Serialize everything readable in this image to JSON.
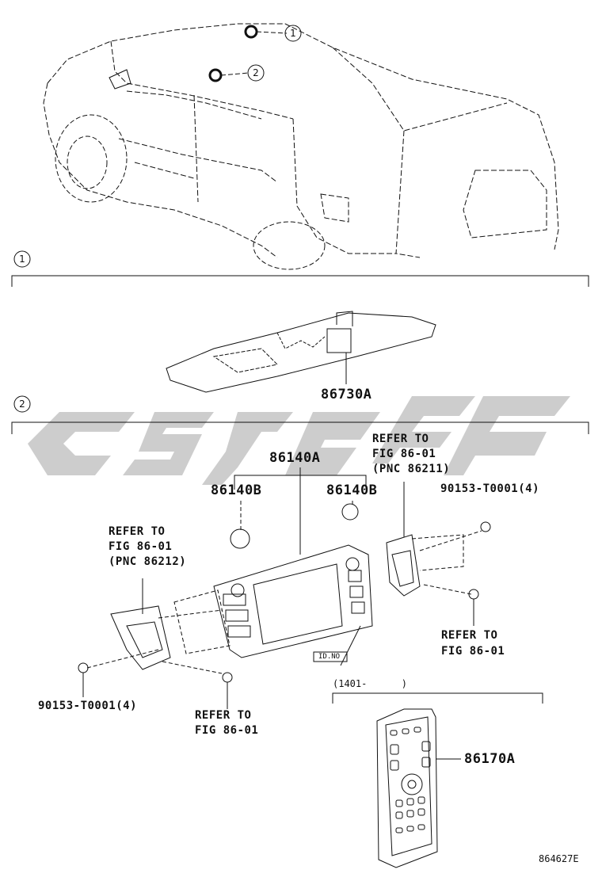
{
  "callouts": {
    "c1_top": "1",
    "c2_top": "2",
    "section1_marker": "1",
    "section2_marker": "2"
  },
  "section1": {
    "part_label": "86730A"
  },
  "section2": {
    "part_86140A": "86140A",
    "part_86140B_left": "86140B",
    "part_86140B_right": "86140B",
    "refer_right_top": [
      "REFER TO",
      "FIG 86-01",
      "(PNC 86211)"
    ],
    "refer_left": [
      "REFER TO",
      "FIG 86-01",
      "(PNC 86212)"
    ],
    "bolt_right": "90153-T0001(4)",
    "bolt_left": "90153-T0001(4)",
    "refer_right_bottom": [
      "REFER TO",
      "FIG 86-01"
    ],
    "refer_left_bottom": [
      "REFER TO",
      "FIG 86-01"
    ],
    "id_no": "ID.NO",
    "date_range": "(1401-      )",
    "remote_part": "86170A"
  },
  "diagram_code": "864627E",
  "colors": {
    "ink": "#111111",
    "watermark": "#c8c8c8"
  }
}
